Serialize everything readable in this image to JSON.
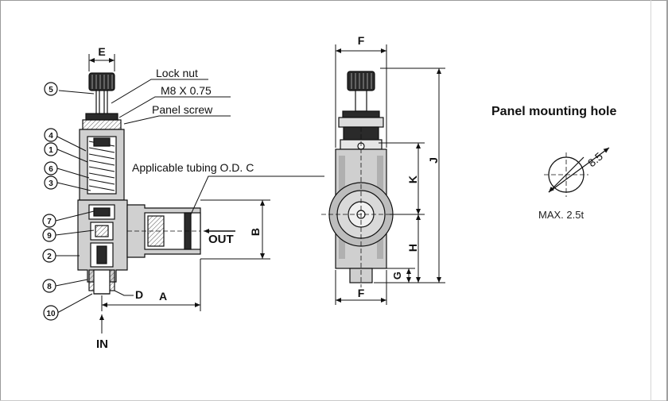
{
  "labels": {
    "lock_nut": "Lock nut",
    "thread": "M8 X 0.75",
    "panel_screw": "Panel screw",
    "tubing": "Applicable tubing O.D. C",
    "out": "OUT",
    "in": "IN",
    "max": "MAX. 2.5t",
    "hole_diameter": "8.5"
  },
  "title": "Panel mounting hole",
  "dims": {
    "E": "E",
    "D": "D",
    "A": "A",
    "B": "B",
    "F_top": "F",
    "F_bottom": "F",
    "J": "J",
    "K": "K",
    "H": "H",
    "G": "G"
  },
  "parts": [
    "5",
    "4",
    "1",
    "6",
    "3",
    "7",
    "9",
    "2",
    "8",
    "10"
  ],
  "colors": {
    "line": "#111111",
    "fill_gray": "#c8c8c8",
    "dark": "#1a1a1a"
  }
}
